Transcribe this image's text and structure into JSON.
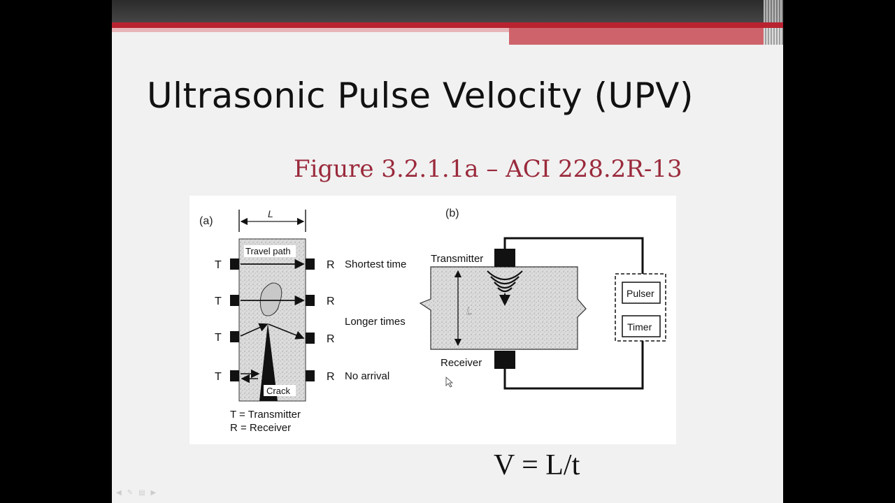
{
  "slide": {
    "title": "Ultrasonic Pulse Velocity (UPV)",
    "caption": "Figure 3.2.1.1a – ACI 228.2R-13",
    "formula": "V = L/t"
  },
  "diagram": {
    "panel_a": {
      "label": "(a)",
      "length_label": "L",
      "rows": [
        {
          "t": "T",
          "r": "R",
          "desc": "Shortest time"
        },
        {
          "t": "T",
          "r": "R",
          "desc": ""
        },
        {
          "t": "T",
          "r": "R",
          "desc": "Longer times"
        },
        {
          "t": "T",
          "r": "R",
          "desc": "No arrival"
        }
      ],
      "travel_path": "Travel path",
      "crack": "Crack",
      "legend_t": "T = Transmitter",
      "legend_r": "R = Receiver"
    },
    "panel_b": {
      "label": "(b)",
      "transmitter": "Transmitter",
      "receiver": "Receiver",
      "length_label": "L",
      "pulser": "Pulser",
      "timer": "Timer"
    }
  },
  "controls": {
    "icons": [
      "prev-icon",
      "pen-icon",
      "menu-icon",
      "next-icon"
    ]
  }
}
